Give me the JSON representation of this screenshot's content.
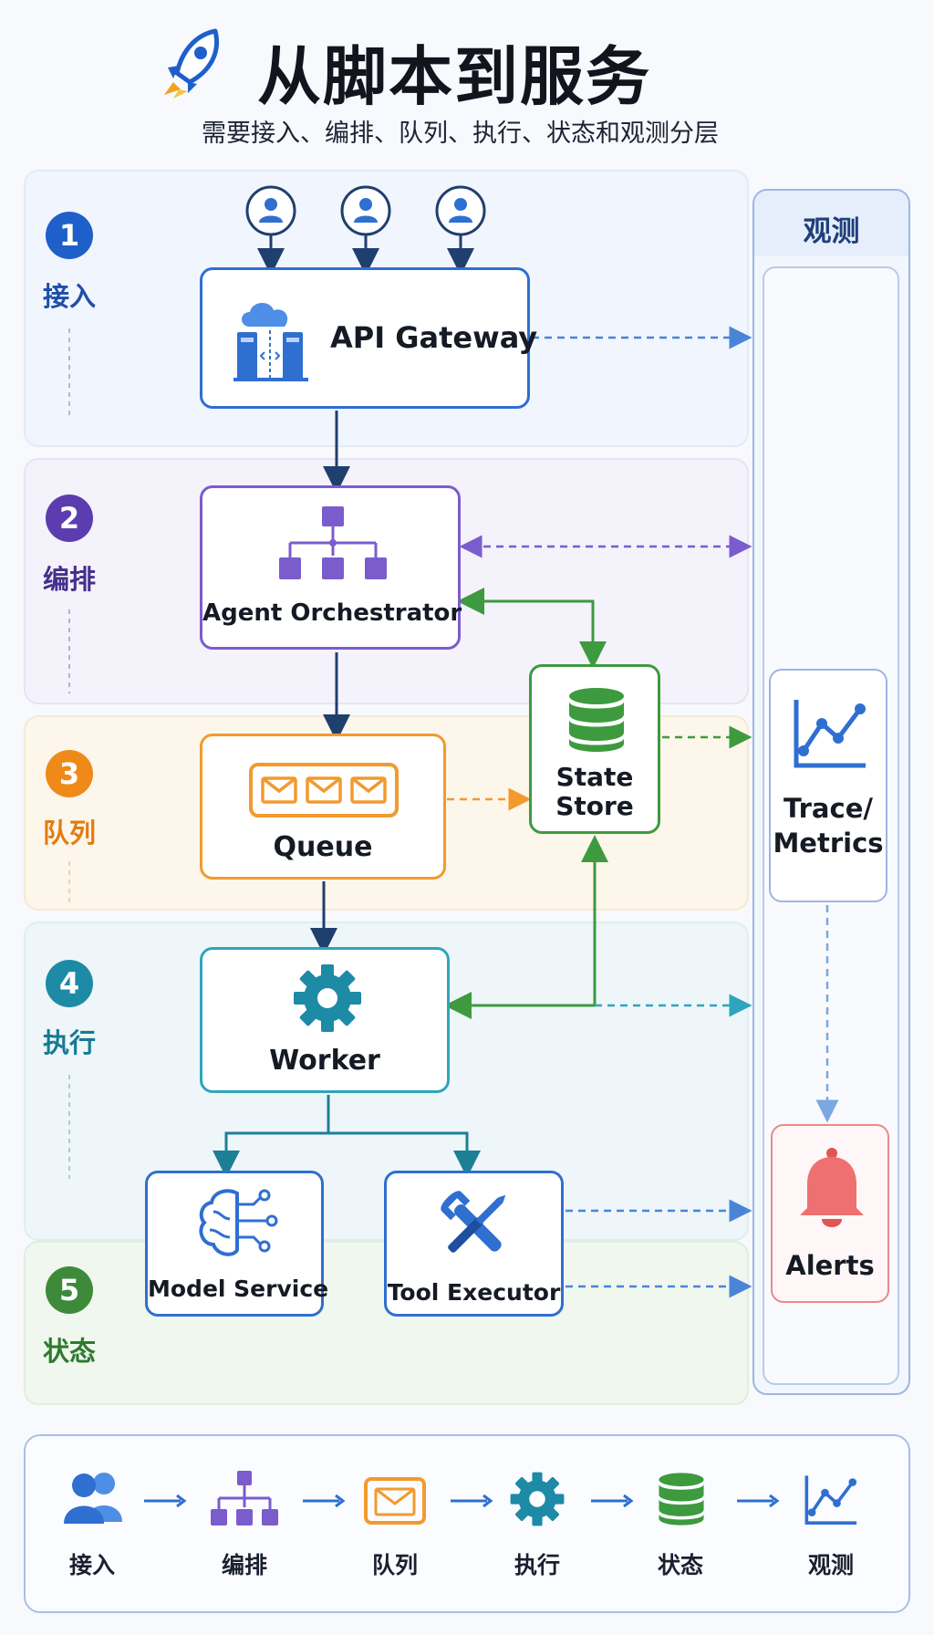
{
  "header": {
    "title": "从脚本到服务",
    "subtitle": "需要接入、编排、队列、执行、状态和观测分层"
  },
  "layers": [
    {
      "number": "1",
      "label": "接入",
      "color": "#1f5fc9"
    },
    {
      "number": "2",
      "label": "编排",
      "color": "#5b3db0"
    },
    {
      "number": "3",
      "label": "队列",
      "color": "#ef8a18"
    },
    {
      "number": "4",
      "label": "执行",
      "color": "#1d8aa6"
    },
    {
      "number": "5",
      "label": "状态",
      "color": "#3d8b3a"
    }
  ],
  "nodes": {
    "api_gateway": "API Gateway",
    "orchestrator": "Agent Orchestrator",
    "queue": "Queue",
    "state_store_line1": "State",
    "state_store_line2": "Store",
    "worker": "Worker",
    "model_service": "Model Service",
    "tool_executor": "Tool Executor"
  },
  "observation": {
    "title": "观测",
    "trace_line1": "Trace/",
    "trace_line2": "Metrics",
    "alerts": "Alerts"
  },
  "flow": {
    "steps": [
      "接入",
      "编排",
      "队列",
      "执行",
      "状态",
      "观测"
    ]
  },
  "colors": {
    "blue": "#1f5fc9",
    "purple": "#6a45c2",
    "orange": "#f29a2e",
    "teal": "#1d8aa6",
    "green": "#3d9a3f",
    "red": "#e05555"
  }
}
